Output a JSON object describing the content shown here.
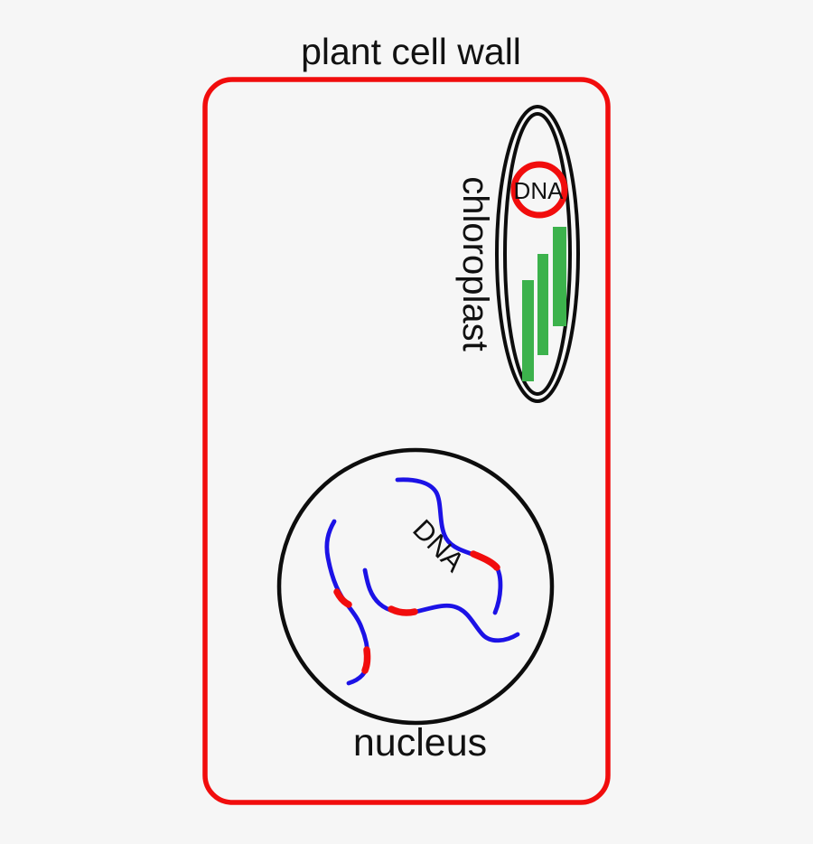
{
  "diagram": {
    "title": "plant cell wall",
    "organelles": {
      "chloroplast": {
        "label": "chloroplast",
        "dna_label": "DNA",
        "granum_bar_count": 3
      },
      "nucleus": {
        "label": "nucleus",
        "dna_label": "DNA",
        "strand_count": 3,
        "highlight_segment_count": 4
      }
    }
  },
  "colors": {
    "background": "#f6f6f6",
    "cell_wall": "#f10d0d",
    "membrane": "#0d0d0d",
    "dna_strand": "#1c12e6",
    "dna_highlight": "#f10d0d",
    "granum_green": "#3cb24c",
    "text": "#111111"
  }
}
